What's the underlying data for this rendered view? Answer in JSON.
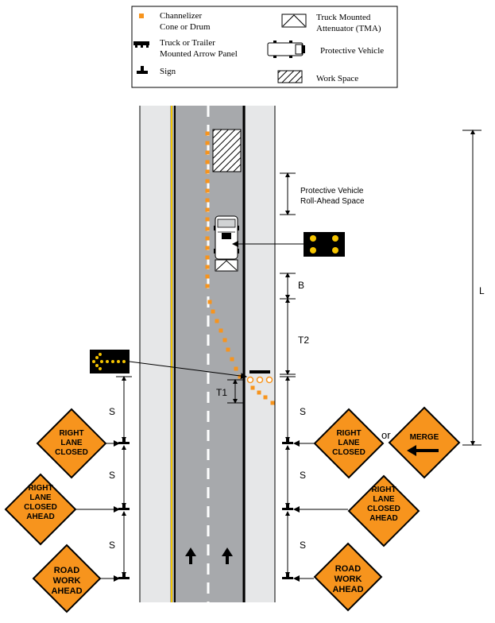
{
  "legend": {
    "channelizer": [
      "Channelizer",
      "Cone or Drum"
    ],
    "arrow_panel": [
      "Truck or Trailer",
      "Mounted Arrow Panel"
    ],
    "sign": "Sign",
    "tma": [
      "Truck Mounted",
      "Attenuator (TMA)"
    ],
    "protective_vehicle": "Protective Vehicle",
    "work_space": "Work Space"
  },
  "dimensions": {
    "roll_ahead": [
      "Protective Vehicle",
      "Roll-Ahead Space"
    ],
    "b": "B",
    "t2": "T2",
    "t1": "T1",
    "l": "L",
    "s": "S"
  },
  "signs": {
    "left_1": [
      "RIGHT",
      "LANE",
      "CLOSED"
    ],
    "left_2": [
      "RIGHT",
      "LANE",
      "CLOSED",
      "AHEAD"
    ],
    "left_3": [
      "ROAD",
      "WORK",
      "AHEAD"
    ],
    "right_1": [
      "RIGHT",
      "LANE",
      "CLOSED"
    ],
    "right_merge": "MERGE",
    "right_2": [
      "RIGHT",
      "LANE",
      "CLOSED",
      "AHEAD"
    ],
    "right_3": [
      "ROAD",
      "WORK",
      "AHEAD"
    ],
    "or_text": "or"
  },
  "colors": {
    "cone": "#f7941d",
    "sign_fill": "#f7941d",
    "road": "#a7a9ac",
    "shoulder": "#e6e7e8",
    "yellow_line": "#f2c500",
    "arrow_light": "#f5c400"
  }
}
